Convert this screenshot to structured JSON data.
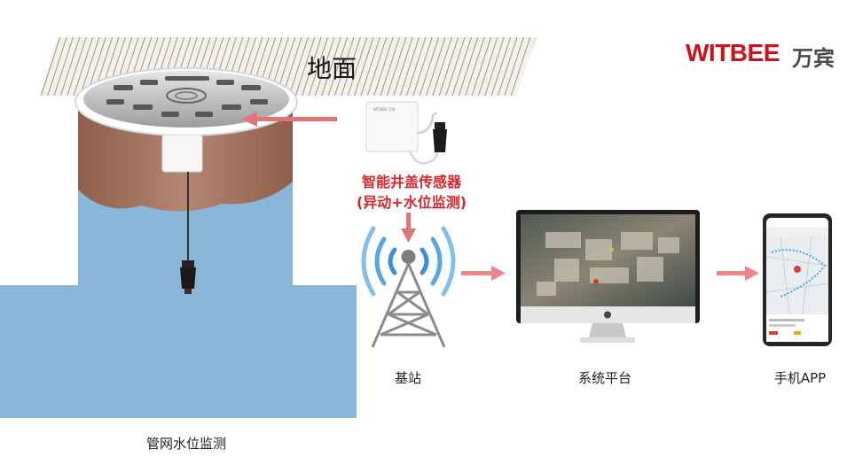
{
  "brand": {
    "latin": "WITBEE",
    "cjk": "万宾",
    "color": "#c9141b"
  },
  "ground_label": "地面",
  "sensor": {
    "title": "智能井盖传感器",
    "subtitle": "(异动+水位监测)",
    "device_text": "WITBEE 万宾"
  },
  "flow": {
    "station": "基站",
    "platform": "系统平台",
    "app": "手机APP"
  },
  "pipe_caption": "管网水位监测",
  "colors": {
    "water": "#8ab7d8",
    "soil": "#a47663",
    "arrow": "#e98788",
    "accent_red": "#d9262b"
  }
}
